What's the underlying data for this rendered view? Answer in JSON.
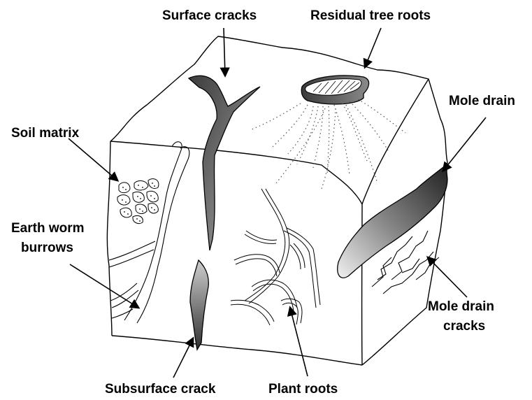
{
  "labels": {
    "surface_cracks": "Surface cracks",
    "residual_tree_roots": "Residual tree roots",
    "soil_matrix": "Soil matrix",
    "mole_drain": "Mole drain",
    "earth_worm_line1": "Earth worm",
    "earth_worm_line2": "burrows",
    "mole_drain_cracks_line1": "Mole drain",
    "mole_drain_cracks_line2": "cracks",
    "subsurface_crack": "Subsurface crack",
    "plant_roots": "Plant roots"
  },
  "colors": {
    "outline": "#000000",
    "crack_dark": "#3a3a3a",
    "crack_light": "#d9d9d9",
    "background": "#ffffff"
  }
}
